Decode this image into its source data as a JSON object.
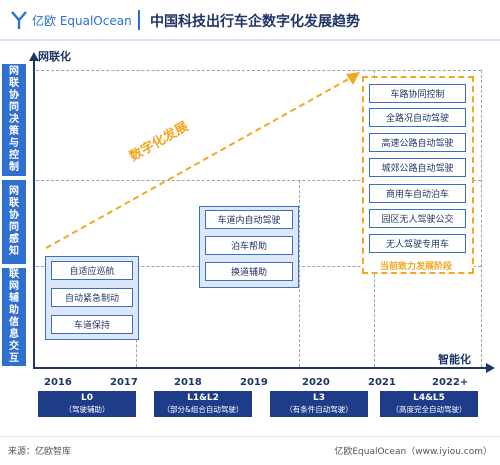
{
  "header": {
    "logo_text": "亿欧 EqualOcean",
    "title": "中国科技出行车企数字化发展趋势"
  },
  "bands": [
    {
      "label": "网联协同决策与控制"
    },
    {
      "label": "网联协同感知"
    },
    {
      "label": "联网辅助信息交互"
    }
  ],
  "axes": {
    "y_label": "网联化",
    "x_label": "智能化"
  },
  "trend_label": "数字化发展",
  "groups": {
    "l0": [
      "自适应巡航",
      "自动紧急制动",
      "车道保持"
    ],
    "l3": [
      "车道内自动驾驶",
      "泊车帮助",
      "换道辅助"
    ],
    "l45": [
      "车路协同控制",
      "全路况自动驾驶",
      "高速公路自动驾驶",
      "城郊公路自动驾驶",
      "商用车自动泊车",
      "园区无人驾驶公交",
      "无人驾驶专用车"
    ]
  },
  "orange_label": "当前致力发展阶段",
  "years": [
    "2016",
    "2017",
    "2018",
    "2019",
    "2020",
    "2021",
    "2022+"
  ],
  "levels": [
    {
      "level": "L0",
      "desc": "（驾驶辅助）"
    },
    {
      "level": "L1&L2",
      "desc": "（部分&组合自动驾驶）"
    },
    {
      "level": "L3",
      "desc": "（有条件自动驾驶）"
    },
    {
      "level": "L4&L5",
      "desc": "（高度完全自动驾驶）"
    }
  ],
  "footer": {
    "source": "来源：亿欧智库",
    "brand": "亿欧EqualOcean（www.iyiou.com）"
  },
  "colors": {
    "primary": "#2f6fce",
    "dark": "#1f3c88",
    "accent": "#f5a623"
  }
}
